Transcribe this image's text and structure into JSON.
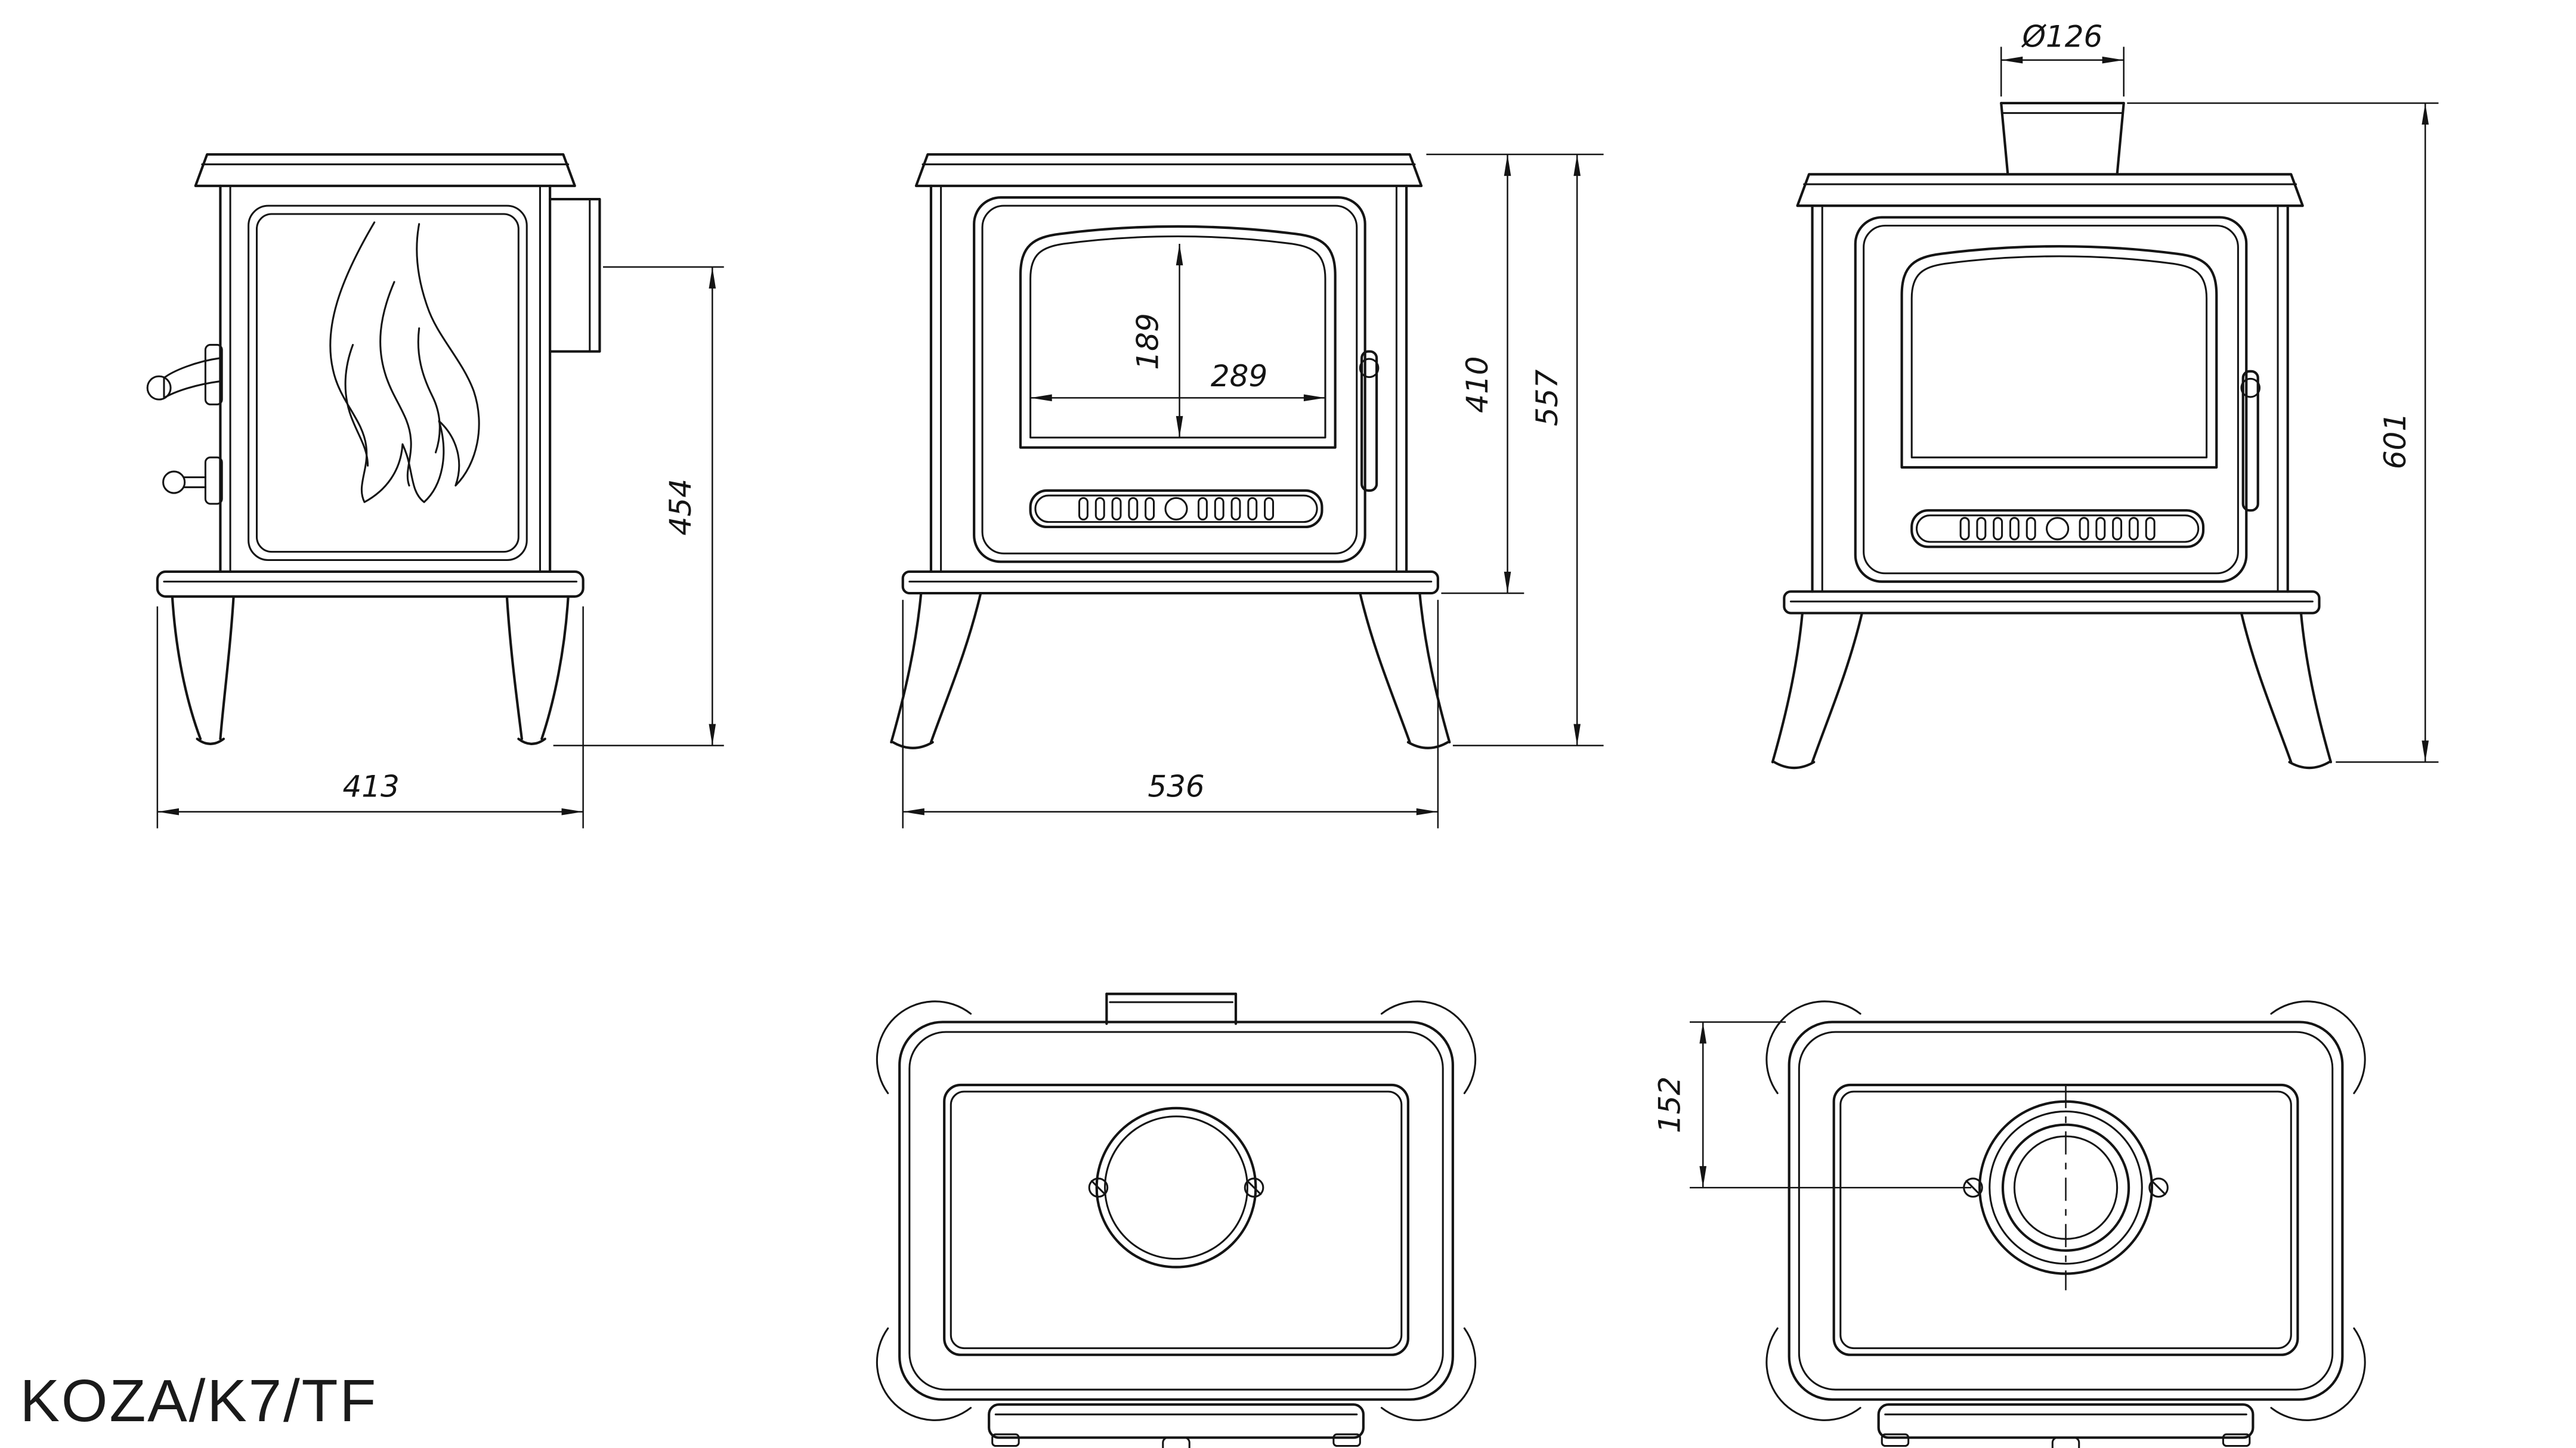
{
  "drawing": {
    "model": "KOZA/K7/TF",
    "background": "#ffffff",
    "line_color": "#141414"
  },
  "views": {
    "side": {
      "dims": {
        "base_width": "413",
        "flue_axis_height": "454"
      }
    },
    "front": {
      "dims": {
        "glass_height": "189",
        "glass_width": "289",
        "body_height": "410",
        "overall_height": "557",
        "base_width": "536"
      }
    },
    "front_top_flue": {
      "dims": {
        "flue_diameter": "Ø126",
        "overall_height_with_flue": "601"
      }
    },
    "top_collar": {
      "dims": {
        "flue_center_offset": "152"
      }
    }
  }
}
